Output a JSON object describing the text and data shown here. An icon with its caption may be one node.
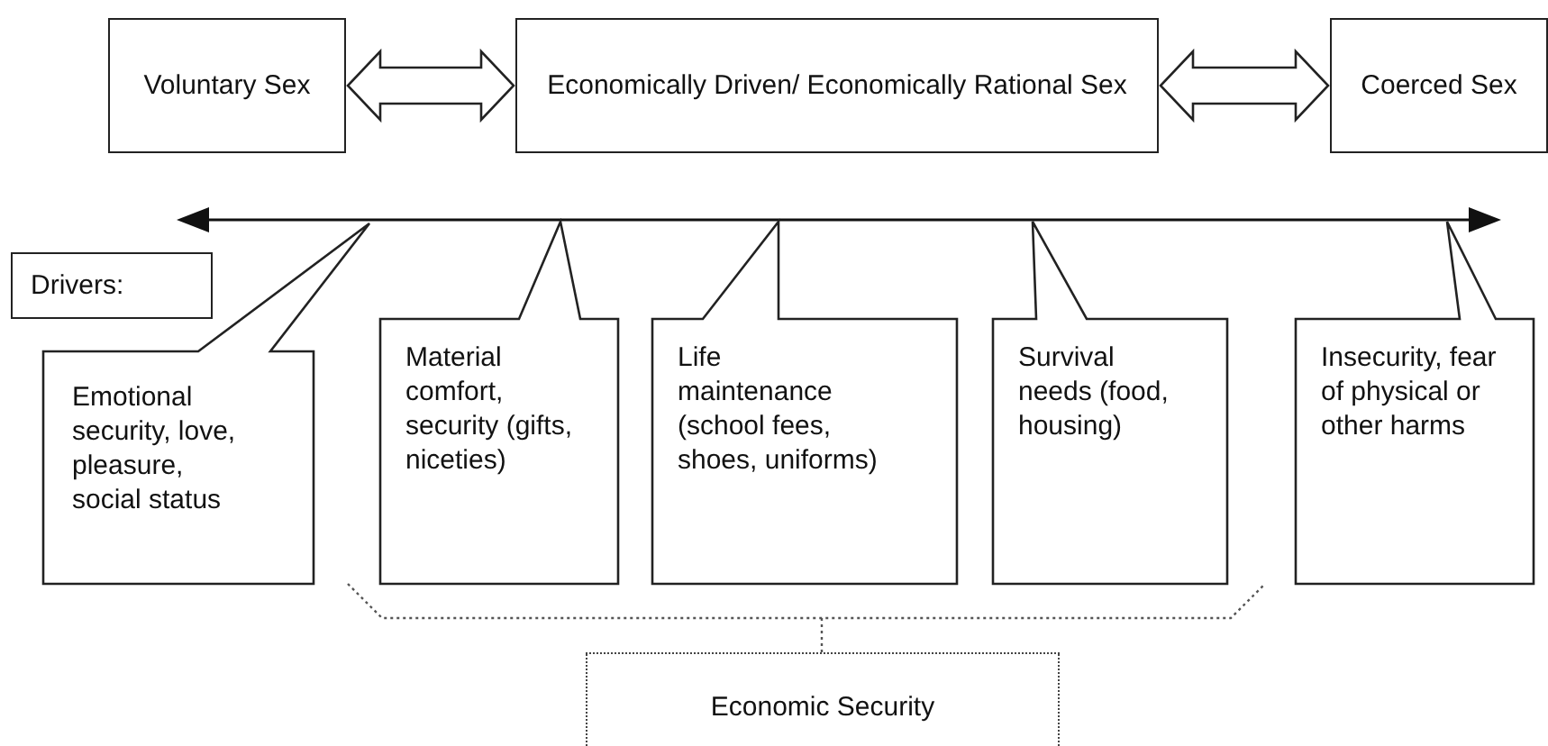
{
  "diagram": {
    "nodes": [
      {
        "text": [
          "Voluntary Sex"
        ]
      },
      {
        "text": [
          "Economically Driven/ Economically Rational Sex"
        ]
      },
      {
        "text": [
          "Coerced Sex"
        ]
      },
      {
        "text": [
          "Drivers:"
        ]
      },
      {
        "text": [
          "Emotional security, love, pleasure, social status"
        ]
      },
      {
        "text": [
          "Material comfort, security (gifts, niceties)"
        ]
      },
      {
        "text": [
          "Life maintenance (school fees, shoes, uniforms)"
        ]
      },
      {
        "text": [
          "Survival needs (food, housing)"
        ]
      },
      {
        "text": [
          "Insecurity, fear of physical or other harms"
        ]
      },
      {
        "text": [
          "Economic Security"
        ]
      }
    ],
    "edges": [
      {
        "from": 0,
        "to": 1,
        "arrow": "both"
      },
      {
        "from": 1,
        "to": 2,
        "arrow": "both"
      }
    ]
  }
}
